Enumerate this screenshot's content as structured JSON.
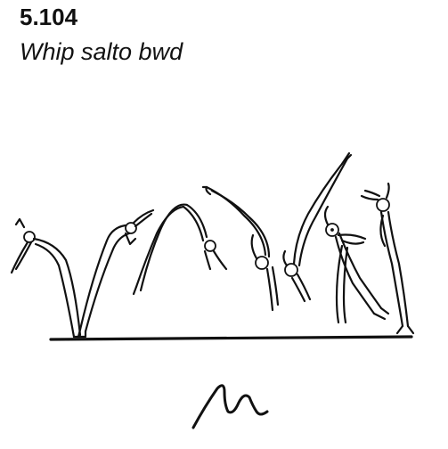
{
  "element": {
    "code": "5.104",
    "name": "Whip salto bwd"
  },
  "colors": {
    "ink": "#111111",
    "background": "#ffffff"
  },
  "figures": [
    "figure-1-arch-landing",
    "figure-2-whip-takeoff",
    "figure-3-back-arch",
    "figure-4-inverted-pike",
    "figure-5-handstand-pass",
    "figure-6-stretched-salto",
    "figure-7-opening",
    "figure-8-upright-landing"
  ],
  "symbol": "difficulty-symbol-squiggle"
}
